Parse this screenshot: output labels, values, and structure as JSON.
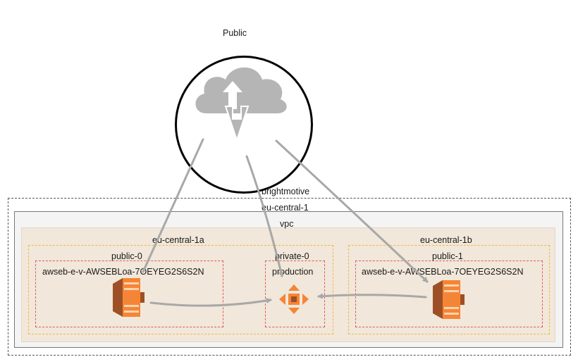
{
  "internet": {
    "label": "Public"
  },
  "account": {
    "label": "brightmotive"
  },
  "region": {
    "label": "eu-central-1"
  },
  "vpc": {
    "label": "vpc"
  },
  "zones": [
    {
      "label": "eu-central-1a"
    },
    {
      "label": "eu-central-1b"
    }
  ],
  "subnets": [
    {
      "label": "public-0",
      "resource": "awseb-e-v-AWSEBLoa-7OEYEG2S6S2N"
    },
    {
      "label": "private-0",
      "resource": "production"
    },
    {
      "label": "public-1",
      "resource": "awseb-e-v-AWSEBLoa-7OEYEG2S6S2N"
    }
  ],
  "colors": {
    "aws_orange": "#f58536",
    "aws_orange_dark": "#9d5025",
    "connector": "#a8a8a8",
    "cloud": "#b5b5b5"
  },
  "icons": [
    "cloud-upload-download-icon",
    "load-balancer-icon",
    "elastic-load-balancing-icon"
  ]
}
